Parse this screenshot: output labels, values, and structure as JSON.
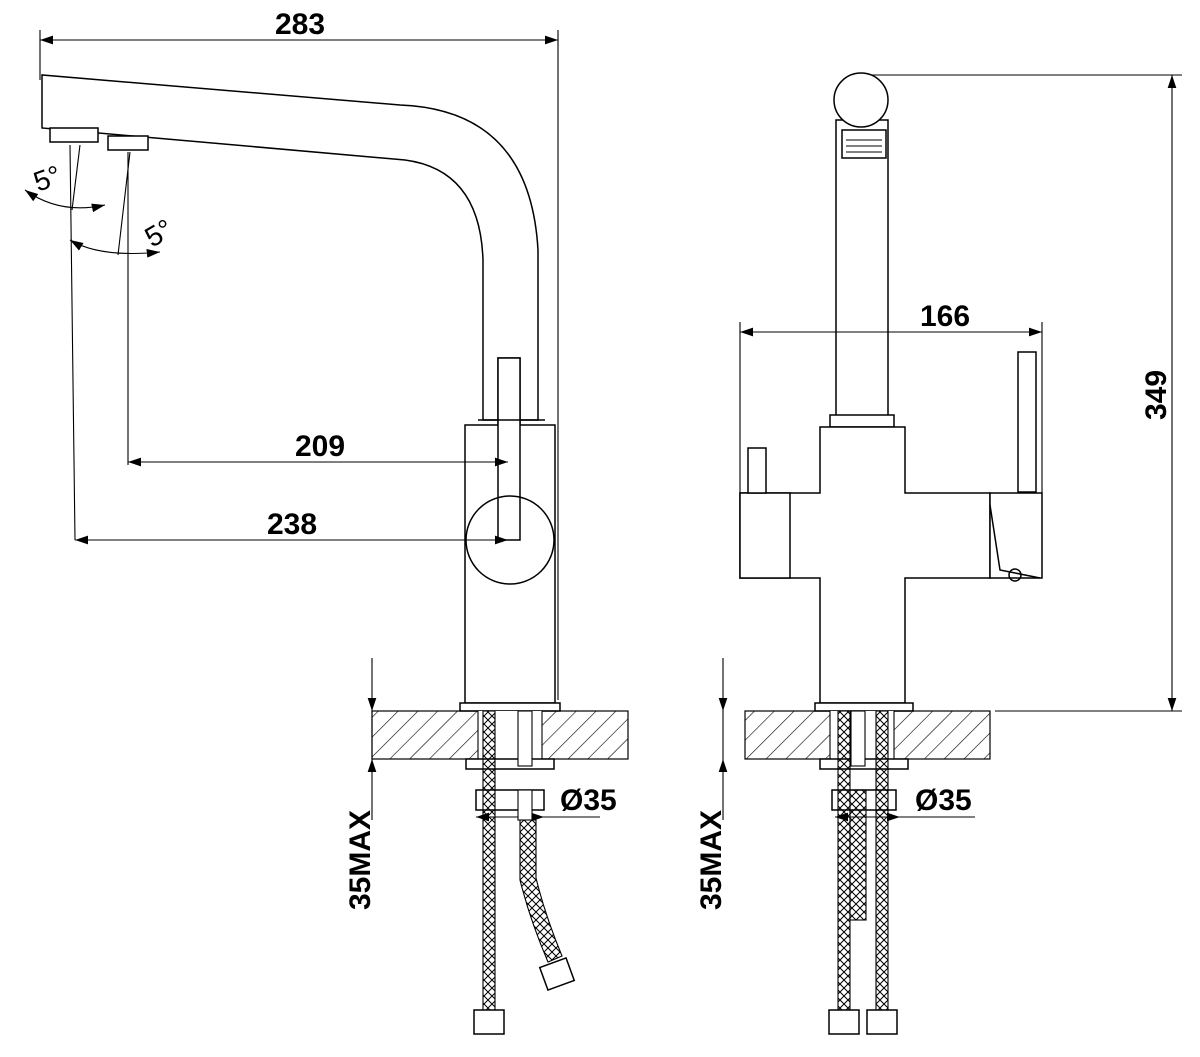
{
  "side_view": {
    "width_label": "283",
    "spout_reach_label": "209",
    "spout_reach2_label": "238",
    "angle1_label": "5°",
    "angle2_label": "5°",
    "hole_label": "Ø35",
    "max_thickness_label": "35MAX"
  },
  "front_view": {
    "handles_width_label": "166",
    "height_label": "349",
    "hole_label": "Ø35",
    "max_thickness_label": "35MAX"
  }
}
